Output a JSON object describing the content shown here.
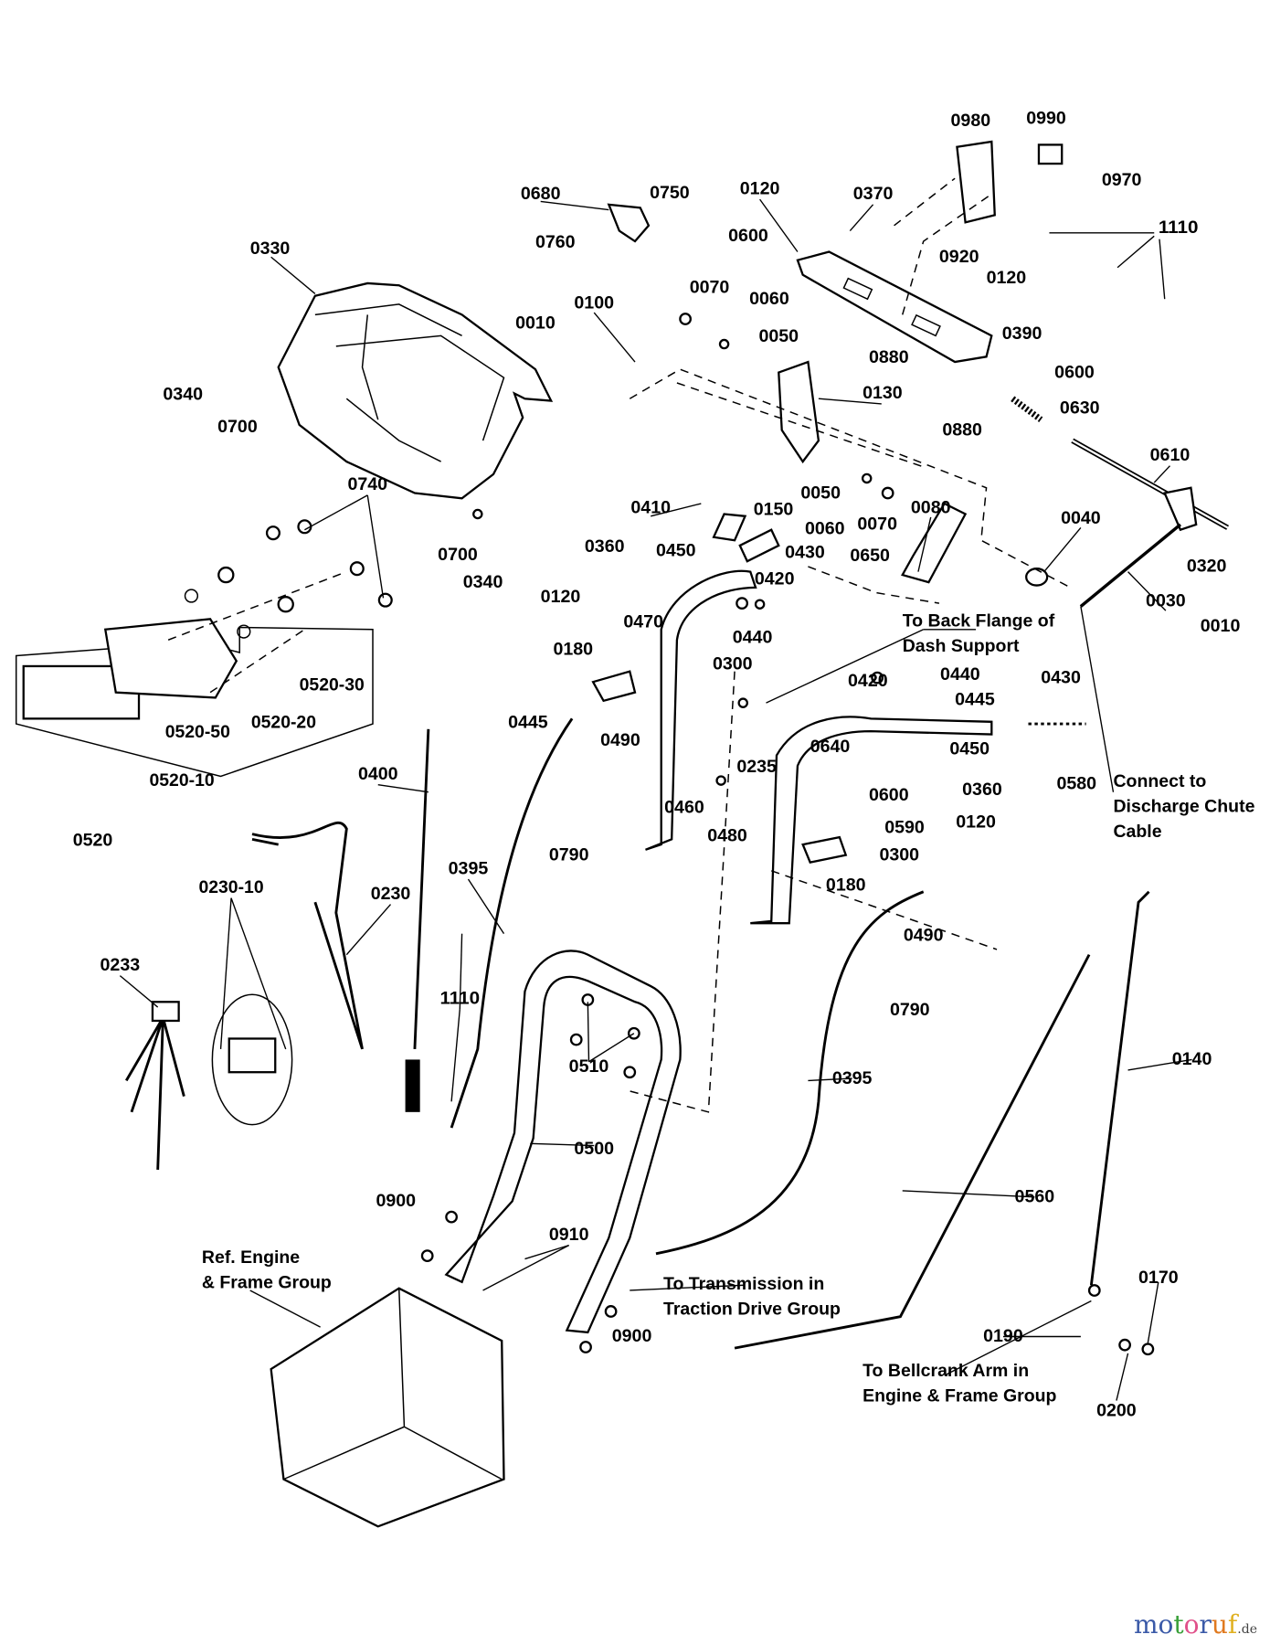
{
  "labels": [
    "0980",
    "0990",
    "0970",
    "0680",
    "0750",
    "0120",
    "0370",
    "0760",
    "0330",
    "0600",
    "1110",
    "0920",
    "0120",
    "0070",
    "0060",
    "0100",
    "0010",
    "0050",
    "0390",
    "0880",
    "0600",
    "0340",
    "0130",
    "0630",
    "0700",
    "0880",
    "0610",
    "0740",
    "0050",
    "0410",
    "0150",
    "0080",
    "0060",
    "0070",
    "0040",
    "0700",
    "0340",
    "0360",
    "0450",
    "0430",
    "0650",
    "0320",
    "0120",
    "0420",
    "0030",
    "0470",
    "0440",
    "0010",
    "0300",
    "0180",
    "0420",
    "0440",
    "0520-30",
    "0445",
    "0430",
    "0520-20",
    "0520-50",
    "0445",
    "0490",
    "0640",
    "0450",
    "0235",
    "0520-10",
    "0400",
    "0360",
    "0580",
    "0460",
    "0600",
    "0590",
    "0120",
    "0480",
    "0520",
    "0790",
    "0300",
    "0395",
    "0180",
    "0230-10",
    "0230",
    "0490",
    "0233",
    "1110",
    "0790",
    "0510",
    "0395",
    "0140",
    "0500",
    "0900",
    "0560",
    "0910",
    "0170",
    "0900",
    "0190",
    "0200"
  ],
  "notes": {
    "back_flange": [
      "To Back Flange of",
      "Dash Support"
    ],
    "discharge": [
      "Connect to",
      "Discharge Chute",
      "Cable"
    ],
    "ref_engine": [
      "Ref. Engine",
      "& Frame Group"
    ],
    "transmission": [
      "To Transmission in",
      "Traction Drive Group"
    ],
    "bellcrank": [
      "To Bellcrank Arm in",
      "Engine & Frame Group"
    ]
  },
  "watermark": {
    "name": "motoruf",
    "tld": ".de",
    "colors": [
      "#3b5aa8",
      "#3b5aa8",
      "#3aa03a",
      "#e0508a",
      "#3b5aa8",
      "#e07a20",
      "#e0b020"
    ]
  }
}
